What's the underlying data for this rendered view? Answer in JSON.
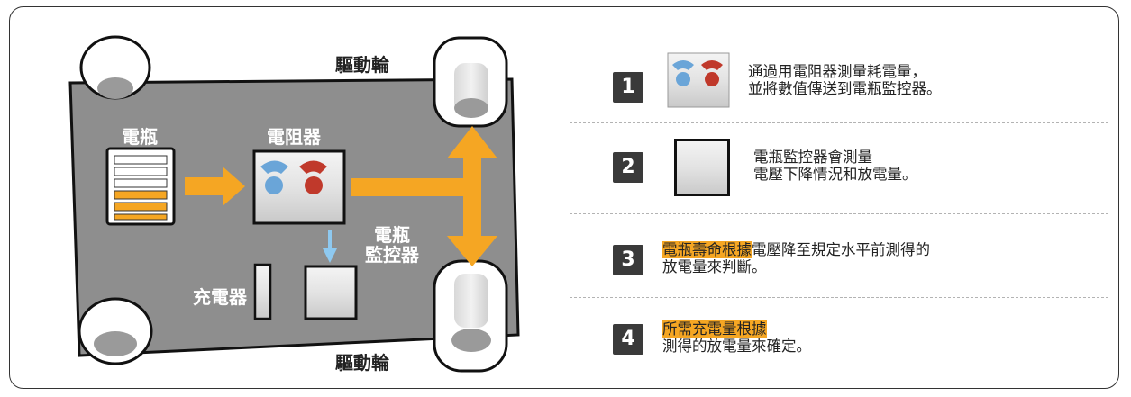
{
  "diagram": {
    "battery_label": "電瓶",
    "resistor_label": "電阻器",
    "monitor_label_line1": "電瓶",
    "monitor_label_line2": "監控器",
    "charger_label": "充電器",
    "wheel_label_top": "驅動輪",
    "wheel_label_bottom": "驅動輪",
    "colors": {
      "board": "#8e8e8e",
      "arrow": "#f5a623",
      "highlight": "#f5a623",
      "flow_arrow": "#8ec9f0"
    }
  },
  "steps": [
    {
      "number": "1",
      "icon": "resistor-icon",
      "highlight": "",
      "text_line1": "通過用電阻器測量耗電量，",
      "text_line2": "並將數值傳送到電瓶監控器。"
    },
    {
      "number": "2",
      "icon": "monitor-icon",
      "highlight": "",
      "text_line1": "電瓶監控器會測量",
      "text_line2": "電壓下降情況和放電量。"
    },
    {
      "number": "3",
      "icon": "",
      "highlight": "電瓶壽命根據",
      "text_line1": "電壓降至規定水平前測得的",
      "text_line2": "放電量來判斷。"
    },
    {
      "number": "4",
      "icon": "",
      "highlight": "所需充電量根據",
      "text_line1": "",
      "text_line2": "測得的放電量來確定。"
    }
  ]
}
